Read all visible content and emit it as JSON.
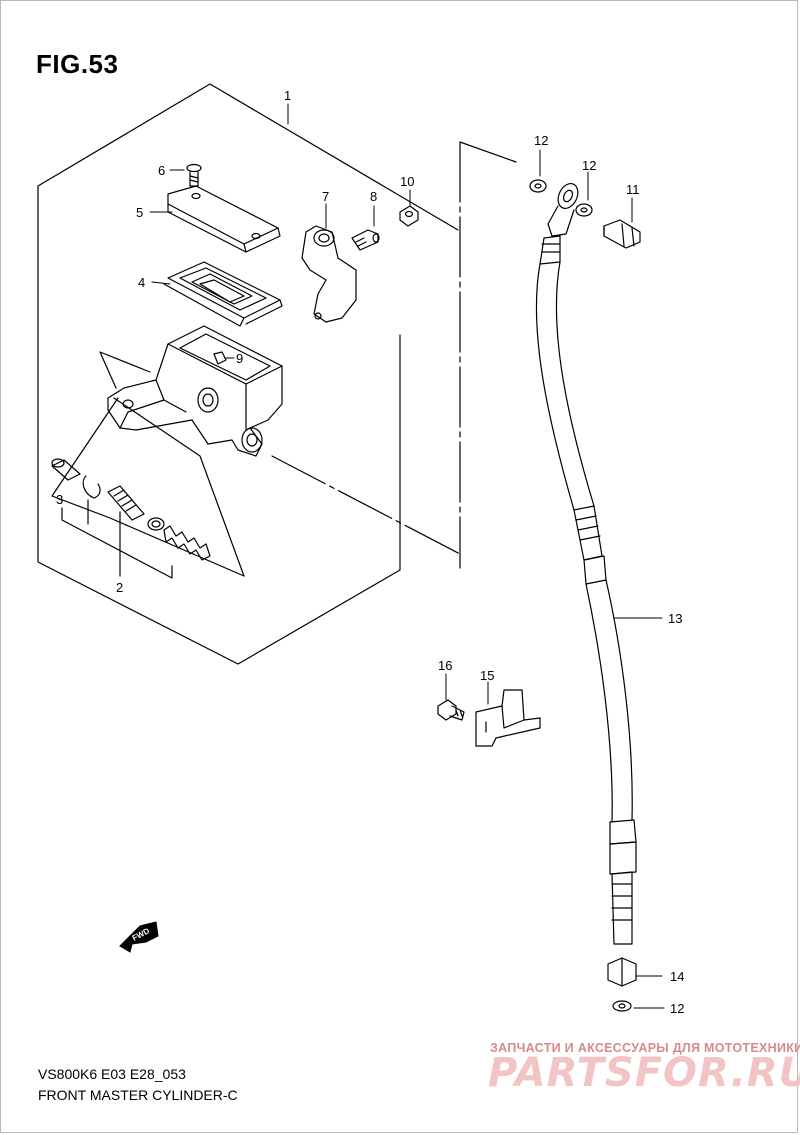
{
  "figure": {
    "title": "FIG.53"
  },
  "footer": {
    "line1": "VS800K6 E03 E28_053",
    "line2": "FRONT MASTER CYLINDER-C"
  },
  "watermark": {
    "caption": "ЗАПЧАСТИ И АКСЕССУАРЫ ДЛЯ МОТОТЕХНИКИ",
    "logo": "PARTSFOR.RU"
  },
  "fwd_arrow": {
    "label": "FWD"
  },
  "callouts": {
    "c1": "1",
    "c2": "2",
    "c3": "3",
    "c4": "4",
    "c5": "5",
    "c6": "6",
    "c7": "7",
    "c8": "8",
    "c9": "9",
    "c10": "10",
    "c11": "11",
    "c12a": "12",
    "c12b": "12",
    "c12c": "12",
    "c13": "13",
    "c14": "14",
    "c15": "15",
    "c16": "16"
  }
}
